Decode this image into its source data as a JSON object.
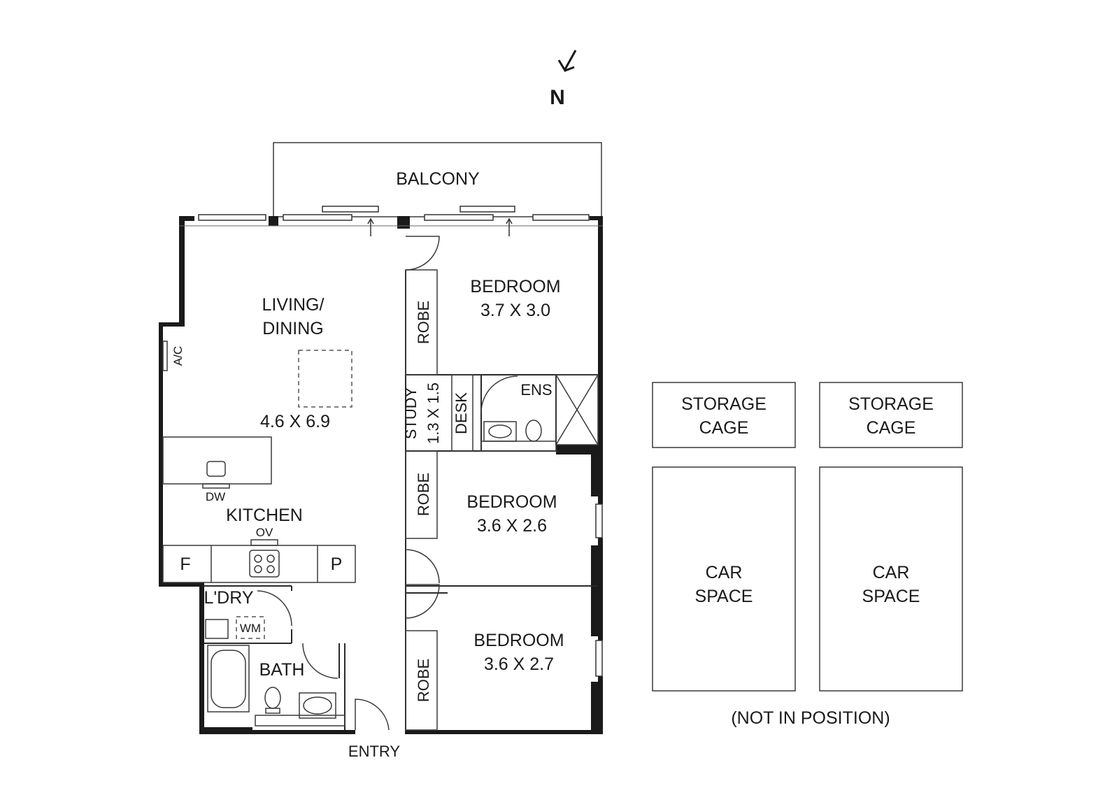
{
  "compass": {
    "label": "N"
  },
  "rooms": {
    "balcony": "BALCONY",
    "living_line1": "LIVING/",
    "living_line2": "DINING",
    "living_dims": "4.6 X 6.9",
    "ac": "A/C",
    "dw": "DW",
    "kitchen": "KITCHEN",
    "oven": "OV",
    "fridge": "F",
    "pantry": "P",
    "laundry": "L'DRY",
    "wm": "WM",
    "bath": "BATH",
    "entry": "ENTRY",
    "bed1": "BEDROOM",
    "bed1_dims": "3.7 X 3.0",
    "bed2": "BEDROOM",
    "bed2_dims": "3.6 X 2.6",
    "bed3": "BEDROOM",
    "bed3_dims": "3.6 X 2.7",
    "robe": "ROBE",
    "study": "STUDY",
    "study_dims": "1.3 X 1.5",
    "desk": "DESK",
    "ens": "ENS"
  },
  "parking": {
    "storage_line1": "STORAGE",
    "storage_line2": "CAGE",
    "car_line1": "CAR",
    "car_line2": "SPACE",
    "note": "(NOT IN POSITION)"
  }
}
